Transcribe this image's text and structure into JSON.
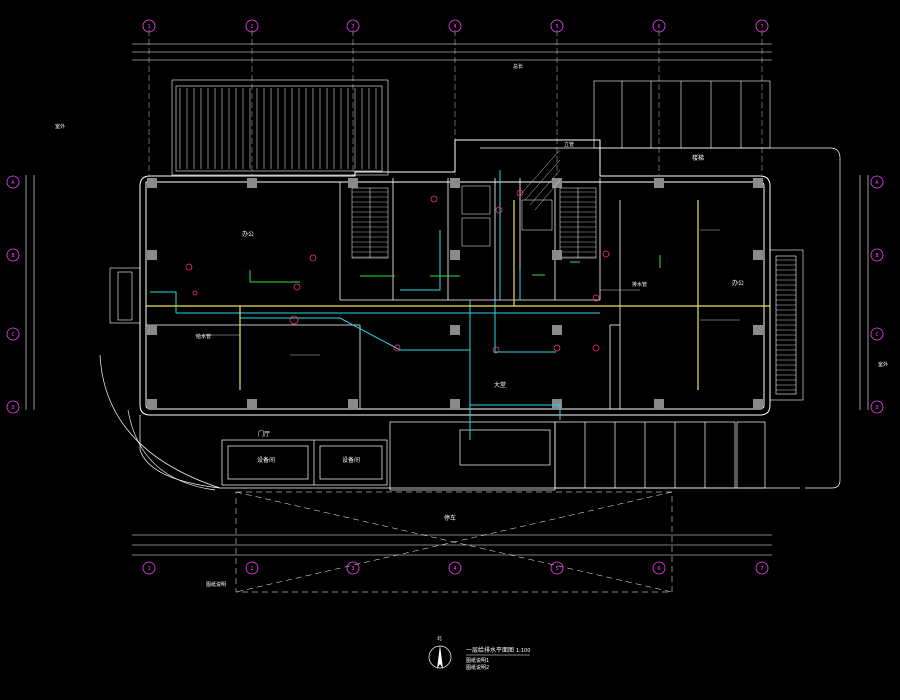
{
  "drawing": {
    "title": "一层给排水平面图",
    "scale": "1:100",
    "north_label": "北",
    "title_notes": [
      "图纸说明1",
      "图纸说明2"
    ],
    "bottom_note": "图纸说明"
  },
  "rooms": {
    "left_office": "办公",
    "center_hall": "大堂",
    "right_room": "办公",
    "lobby": "门厅",
    "left_store_1": "设备间",
    "left_store_2": "设备间",
    "parking": "停车",
    "stair": "楼梯"
  },
  "annotations": {
    "pipe_note_1": "给水管",
    "pipe_note_2": "排水管",
    "riser_note": "立管",
    "outside_left": "室外",
    "outside_right": "室外",
    "dimension": "总长"
  },
  "grid_axes": {
    "top": [
      "1",
      "2",
      "3",
      "4",
      "5",
      "6",
      "7"
    ],
    "bottom": [
      "1",
      "2",
      "3",
      "4",
      "5",
      "6",
      "7"
    ],
    "left": [
      "A",
      "B",
      "C",
      "D"
    ],
    "right": [
      "A",
      "B",
      "C",
      "D"
    ]
  }
}
